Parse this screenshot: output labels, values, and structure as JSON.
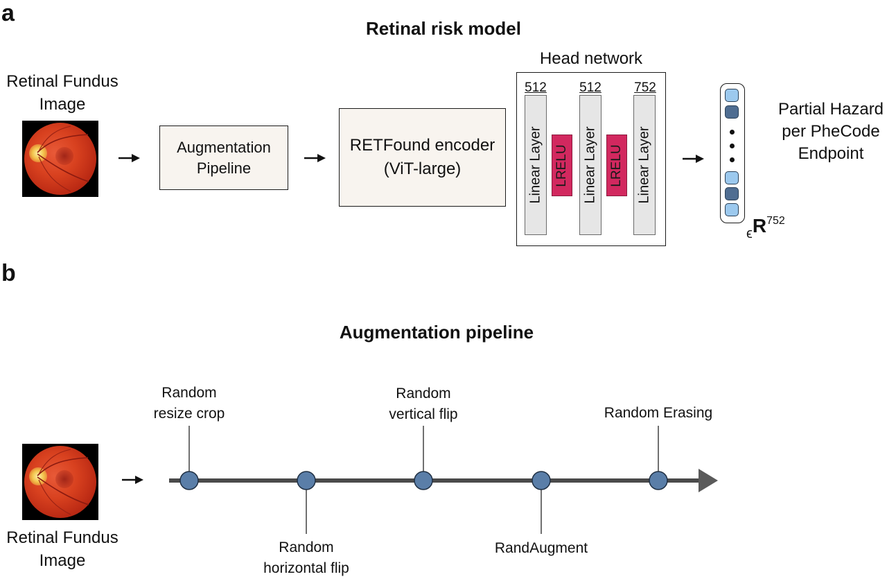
{
  "panel_a": {
    "letter": "a",
    "title": "Retinal risk model",
    "input_label_line1": "Retinal Fundus",
    "input_label_line2": "Image",
    "augmentation_box_line1": "Augmentation",
    "augmentation_box_line2": "Pipeline",
    "encoder_box_line1": "RETFound encoder",
    "encoder_box_line2": "(ViT-large)",
    "head_network": {
      "title": "Head network",
      "layers": [
        {
          "dim": "512",
          "label": "Linear Layer"
        },
        {
          "dim": "512",
          "label": "Linear Layer"
        },
        {
          "dim": "752",
          "label": "Linear Layer"
        }
      ],
      "activations": [
        "LRELU",
        "LRELU"
      ]
    },
    "output_vector": {
      "cells_top": [
        "light",
        "dark"
      ],
      "cells_bottom": [
        "light",
        "dark",
        "light"
      ]
    },
    "output_label_line1": "Partial Hazard",
    "output_label_line2": "per PheCode",
    "output_label_line3": "Endpoint",
    "output_space": {
      "epsilon": "ϵ",
      "symbol": "R",
      "superscript": "752"
    }
  },
  "panel_b": {
    "letter": "b",
    "title": "Augmentation pipeline",
    "input_label_line1": "Retinal Fundus",
    "input_label_line2": "Image",
    "steps": [
      {
        "line1": "Random",
        "line2": "resize crop",
        "position": "above"
      },
      {
        "line1": "Random",
        "line2": "horizontal flip",
        "position": "below"
      },
      {
        "line1": "Random",
        "line2": "vertical flip",
        "position": "above"
      },
      {
        "line1": "RandAugment",
        "line2": "",
        "position": "below"
      },
      {
        "line1": "Random Erasing",
        "line2": "",
        "position": "above"
      }
    ]
  },
  "colors": {
    "box_fill": "#f8f4ef",
    "layer_fill": "#e6e6e6",
    "activation_fill": "#d2285f",
    "vector_light": "#9cc9ee",
    "vector_dark": "#4f6d91",
    "timeline_node": "#5a7ea8",
    "timeline_arrow": "#555555"
  }
}
